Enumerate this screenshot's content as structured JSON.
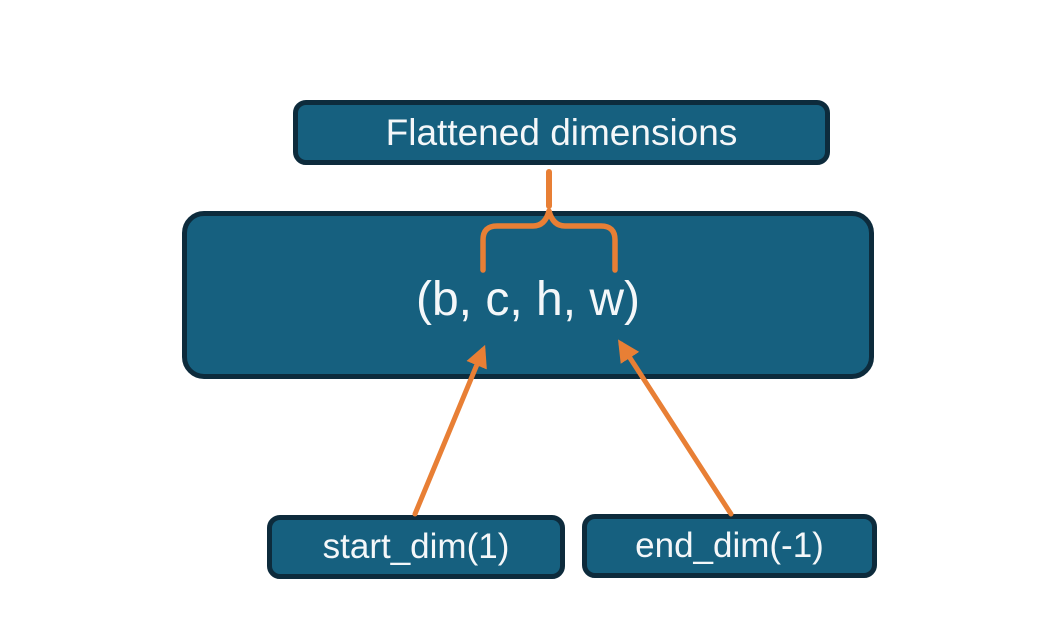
{
  "diagram": {
    "top_box": {
      "label": "Flattened dimensions"
    },
    "main_box": {
      "label": "(b, c, h, w)"
    },
    "start_dim_box": {
      "label": "start_dim(1)"
    },
    "end_dim_box": {
      "label": "end_dim(-1)"
    },
    "colors": {
      "box_fill": "#16607f",
      "box_border": "#0d2b3c",
      "connector_orange": "#e87f35",
      "text": "#f4f7f9",
      "background": "#ffffff"
    }
  }
}
